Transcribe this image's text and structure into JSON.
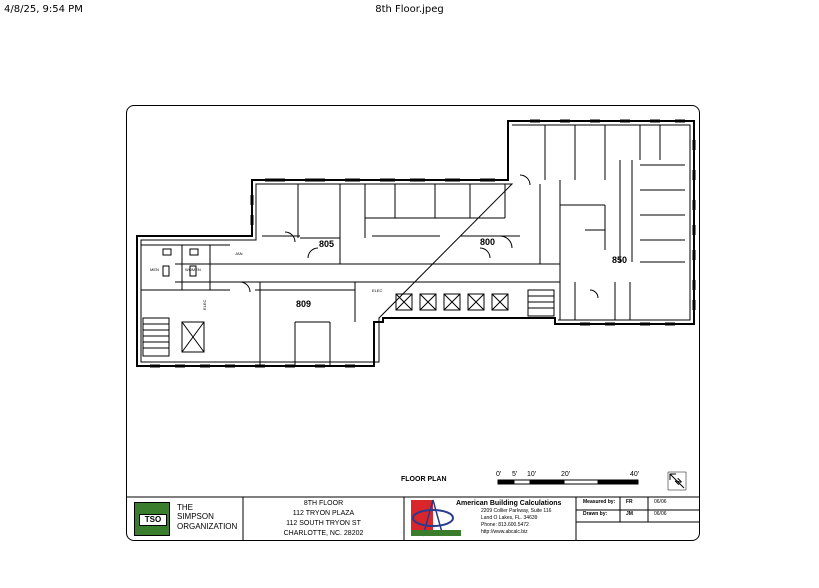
{
  "print_header": {
    "datetime": "4/8/25, 9:54 PM",
    "filename": "8th Floor.jpeg"
  },
  "plan": {
    "rooms": {
      "r805": "805",
      "r800": "800",
      "r850": "850",
      "r809": "809",
      "jan": "JAN",
      "elec": "ELEC",
      "men": "MEN",
      "women": "WOMEN",
      "elec_side": "ELEC"
    },
    "floor_plan_label": "FLOOR PLAN",
    "scale": [
      "0'",
      "5'",
      "10'",
      "20'",
      "40'"
    ],
    "north_label": "N"
  },
  "title_block": {
    "org_logo": "TSO",
    "org_name": [
      "THE",
      "SIMPSON",
      "ORGANIZATION"
    ],
    "floor": "8TH FLOOR",
    "building": "112 TRYON PLAZA",
    "street": "112 SOUTH TRYON ST",
    "city": "CHARLOTTE, NC. 28202",
    "company": "American Building Calculations",
    "address1": "2209 Collier Parkway, Suite 116",
    "address2": "Land O Lakes, FL. 34639",
    "phone": "Phone: 813.600.5472",
    "web": "http://www.abcalc.biz",
    "measured_label": "Measured by:",
    "measured_by": "FR",
    "measured_date": "06/06",
    "drawn_label": "Drawn by:",
    "drawn_by": "JM",
    "drawn_date": "06/06"
  },
  "colors": {
    "logo_green": "#3a7d2c",
    "logo_red": "#d9262b",
    "logo_blue": "#2a3a8c"
  }
}
